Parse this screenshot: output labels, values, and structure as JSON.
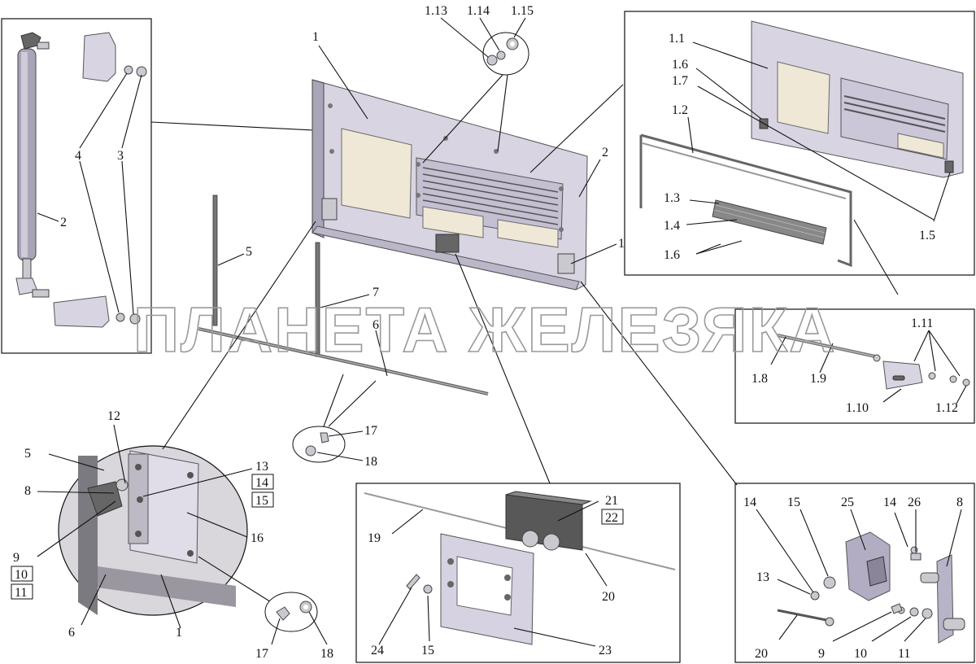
{
  "watermark": "ПЛАНЕТА ЖЕЛЕЗЯКА",
  "labels": {
    "main_1": "1",
    "main_2": "2",
    "main_16": "16",
    "top_113": "1.13",
    "top_114": "1.14",
    "top_115": "1.15",
    "left_2": "2",
    "left_3": "3",
    "left_4": "4",
    "rod_5": "5",
    "rod_7": "7",
    "rod_6": "6",
    "w_17": "17",
    "w_18": "18",
    "tr_11": "1.1",
    "tr_16": "1.6",
    "tr_17": "1.7",
    "tr_12": "1.2",
    "tr_13": "1.3",
    "tr_14": "1.4",
    "tr_16b": "1.6",
    "tr_15": "1.5",
    "mr_111": "1.11",
    "mr_18": "1.8",
    "mr_19": "1.9",
    "mr_110": "1.10",
    "mr_112": "1.12",
    "c_12": "12",
    "c_5": "5",
    "c_8": "8",
    "c_9": "9",
    "c_10": "10",
    "c_11": "11",
    "c_13": "13",
    "c_14": "14",
    "c_15": "15",
    "c_16": "16",
    "c_6": "6",
    "c_1": "1",
    "c_17": "17",
    "c_18": "18",
    "bm_19": "19",
    "bm_21": "21",
    "bm_22": "22",
    "bm_20": "20",
    "bm_24": "24",
    "bm_15": "15",
    "bm_23": "23",
    "br_14a": "14",
    "br_15": "15",
    "br_25": "25",
    "br_14b": "14",
    "br_26": "26",
    "br_8": "8",
    "br_13": "13",
    "br_20": "20",
    "br_9": "9",
    "br_10": "10",
    "br_11": "11"
  }
}
